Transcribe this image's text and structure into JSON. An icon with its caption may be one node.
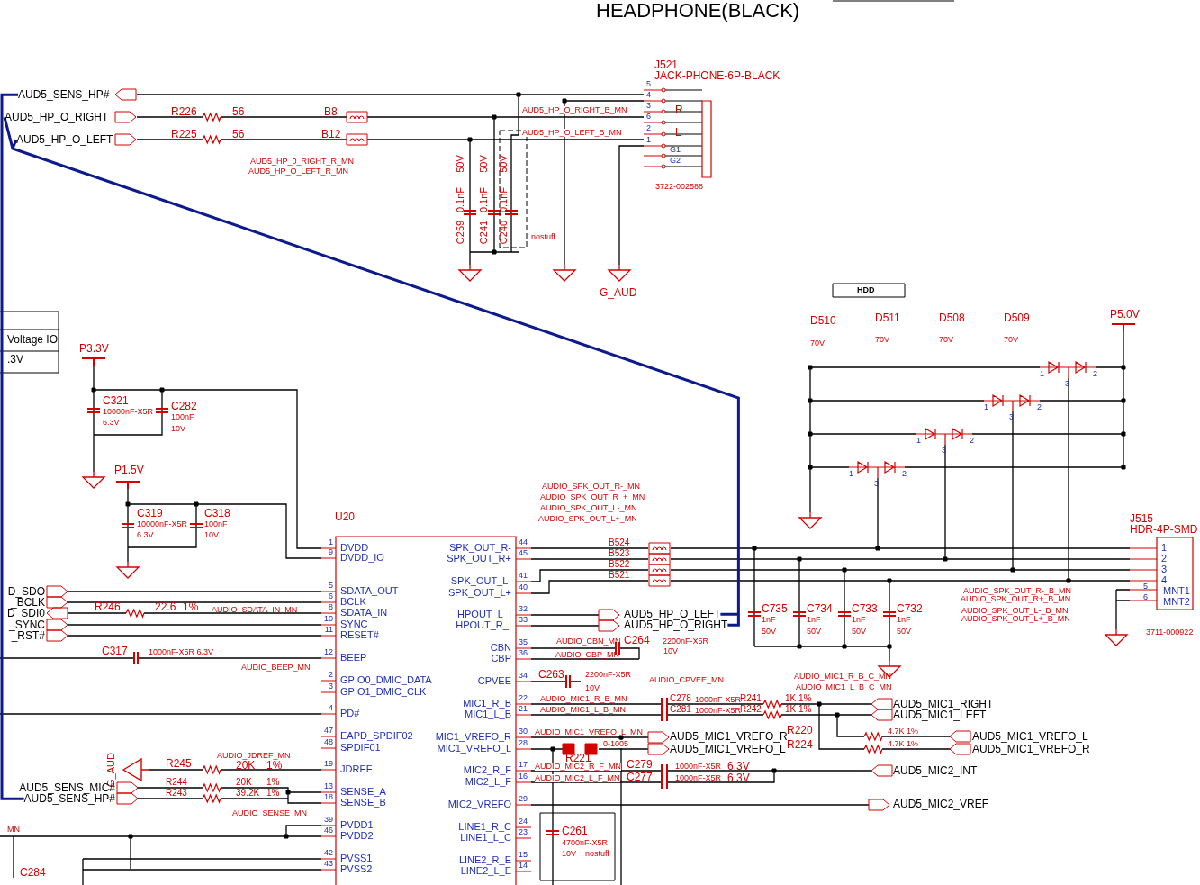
{
  "diagram": {
    "title": "HEADPHONE(BLACK)",
    "nodes": [
      {
        "text": [
          "AUD5_SENS_HP#"
        ]
      },
      {
        "text": [
          "AUD5_HP_O_RIGHT"
        ]
      },
      {
        "text": [
          "AUD5_HP_O_LEFT"
        ]
      },
      {
        "text": [
          "AUD5_HP_O_LEFT"
        ]
      },
      {
        "text": [
          "AUD5_HP_O_RIGHT"
        ]
      },
      {
        "text": [
          "AUD5_SENS_MIC#"
        ]
      },
      {
        "text": [
          "AUD5_SENS_HP#"
        ]
      }
    ],
    "edges": [
      {
        "from": 1,
        "to": 4,
        "arrow": "none"
      },
      {
        "from": 2,
        "to": 3,
        "arrow": "none"
      },
      {
        "from": 0,
        "to": 6,
        "arrow": "none"
      }
    ],
    "labels": [
      "J521",
      "JACK-PHONE-6P-BLACK",
      "5",
      "4",
      "3",
      "6",
      "2",
      "1",
      "R",
      "L",
      "G1",
      "G2",
      "3722-002588",
      "R226",
      "56",
      "B8",
      "AUD5_HP_O_RIGHT_B_MN",
      "R225",
      "56",
      "B12",
      "AUD5_HP_O_LEFT_B_MN",
      "AUD5_HP_0_RIGHT_R_MN",
      "AUD5_HP_O_LEFT_R_MN",
      "50V",
      "0.1nF",
      "C259",
      "50V",
      "0.1nF",
      "C241",
      "50V",
      "0.1nF",
      "C240",
      "nostuff",
      "G_AUD",
      "HDD",
      "Voltage IO",
      ".3V",
      "P3.3V",
      "C321",
      "10000nF-X5R",
      "6.3V",
      "C282",
      "100nF",
      "10V",
      "P1.5V",
      "C319",
      "10000nF-X5R",
      "6.3V",
      "C318",
      "100nF",
      "10V",
      "D510",
      "70V",
      "D511",
      "70V",
      "D508",
      "70V",
      "D509",
      "70V",
      "P5.0V",
      "1",
      "3",
      "2",
      "1",
      "3",
      "2",
      "1",
      "3",
      "2",
      "1",
      "3",
      "2",
      "J515",
      "HDR-4P-SMD",
      "1",
      "2",
      "3",
      "4",
      "5",
      "6",
      "MNT1",
      "MNT2",
      "3711-000922",
      "AUDIO_SPK_OUT_R-_B_MN",
      "AUDIO_SPK_OUT_R+_B_MN",
      "AUDIO_SPK_OUT_L-_B_MN",
      "AUDIO_SPK_OUT_L+_B_MN",
      "AUDIO_SPK_OUT_R-_MN",
      "AUDIO_SPK_OUT_R_+_MN",
      "AUDIO_SPK_OUT_L-_MN",
      "AUDIO_SPK_OUT_L+_MN",
      "B524",
      "B523",
      "B522",
      "B521",
      "C735",
      "1nF",
      "50V",
      "C734",
      "1nF",
      "50V",
      "C733",
      "1nF",
      "50V",
      "C732",
      "1nF",
      "50V",
      "U20",
      "1",
      "DVDD",
      "9",
      "DVDD_IO",
      "5",
      "SDATA_OUT",
      "6",
      "BCLK",
      "8",
      "SDATA_IN",
      "10",
      "SYNC",
      "11",
      "RESET#",
      "12",
      "BEEP",
      "2",
      "GPIO0_DMIC_DATA",
      "3",
      "GPIO1_DMIC_CLK",
      "4",
      "PD#",
      "47",
      "EAPD_SPDIF02",
      "48",
      "SPDIF01",
      "19",
      "JDREF",
      "13",
      "SENSE_A",
      "18",
      "SENSE_B",
      "39",
      "PVDD1",
      "46",
      "PVDD2",
      "42",
      "PVSS1",
      "43",
      "PVSS2",
      "SPK_OUT_R-",
      "44",
      "SPK_OUT_R+",
      "45",
      "SPK_OUT_L-",
      "41",
      "SPK_OUT_L+",
      "40",
      "HPOUT_L_I",
      "32",
      "HPOUT_R_I",
      "33",
      "CBN",
      "35",
      "CBP",
      "36",
      "CPVEE",
      "34",
      "MIC1_R_B",
      "22",
      "MIC1_L_B",
      "21",
      "MIC1_VREFO_R",
      "30",
      "MIC1_VREFO_L",
      "28",
      "MIC2_R_F",
      "17",
      "MIC2_L_F",
      "16",
      "MIC2_VREFO",
      "29",
      "LINE1_R_C",
      "24",
      "LINE1_L_C",
      "23",
      "LINE2_R_E",
      "15",
      "LINE2_L_E",
      "14",
      "D_SDO",
      "_BCLK",
      "D_SDI0",
      "_SYNC",
      "_RST#",
      "R246",
      "22.6",
      "1%",
      "AUDIO_SDATA_IN_MN",
      "C317",
      "1000nF-X5R 6.3V",
      "AUDIO_BEEP_MN",
      "G_AUD",
      "AUDIO_JDREF_MN",
      "R245",
      "20K",
      "1%",
      "R244",
      "20K",
      "1%",
      "R243",
      "39.2K",
      "1%",
      "AUDIO_SENSE_MN",
      "MN",
      "C284",
      "AUDIO_CBN_MN",
      "C264",
      "2200nF-X5R",
      "10V",
      "AUDIO_CBP_MN",
      "C263",
      "2200nF-X5R",
      "10V",
      "AUDIO_CPVEE_MN",
      "AUDIO_MIC1_R_B_MN",
      "C278",
      "1000nF-X5R",
      "R241",
      "1K 1%",
      "AUDIO_MIC1_L_B_MN",
      "C281",
      "1000nF-X5R",
      "R242",
      "1K 1%",
      "AUDIO_MIC1_R_B_C_MN",
      "AUDIO_MIC1_L_B_C_MN",
      "AUD5_MIC1_RIGHT",
      "AUD5_MIC1_LEFT",
      "AUDIO_MIC1_VREFO_L_MN",
      "R221",
      "0-1005",
      "AUD5_MIC1_VREFO_R",
      "AUD5_MIC1_VREFO_L",
      "R220",
      "4.7K 1%",
      "R224",
      "4.7K 1%",
      "AUD5_MIC1_VREFO_L",
      "AUD5_MIC1_VREFO_R",
      "AUDIO_MIC2_R_F_MN",
      "C279",
      "1000nF-X5R",
      "6.3V",
      "AUDIO_MIC2_L_F_MN",
      "C277",
      "1000nF-X5R",
      "6.3V",
      "AUD5_MIC2_INT",
      "AUD5_MIC2_VREF",
      "C261",
      "4700nF-X5R",
      "10V",
      "nostuff"
    ]
  }
}
